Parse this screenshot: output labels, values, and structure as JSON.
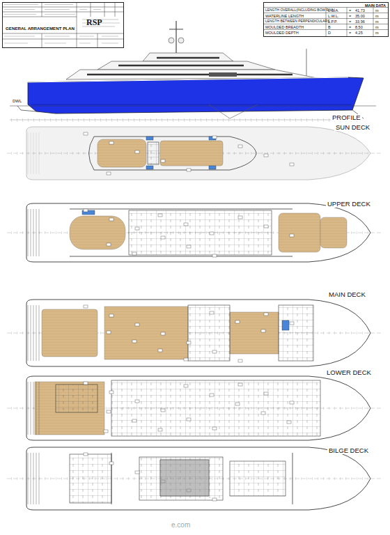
{
  "diagram": {
    "nodes": [
      {
        "text": [
          "GENERAL ARRANGEMENT PLAN"
        ]
      },
      {
        "text": [
          "MAIN DATA"
        ]
      }
    ],
    "labels": [
      "PROFILE",
      "SUN DECK",
      "UPPER DECK",
      "MAIN DECK",
      "LOWER DECK",
      "BILGE DECK",
      "DWL",
      "RSP",
      "LENGTH OVERALL(INCLUDING BOW RAIL)",
      "L.O.A.",
      "=",
      "41,73",
      "m",
      "WATERLINE LENGTH",
      "L.W.L.",
      "=",
      "35,00",
      "m",
      "LENGTH BETWEEN PERPENDICULARS",
      "L.P.P.",
      "=",
      "33,96",
      "m",
      "MOULDED BREADTH",
      "B",
      "=",
      "8,50",
      "m",
      "MOULDED DEPTH",
      "D",
      "=",
      "4,25",
      "m",
      "e.com"
    ]
  }
}
